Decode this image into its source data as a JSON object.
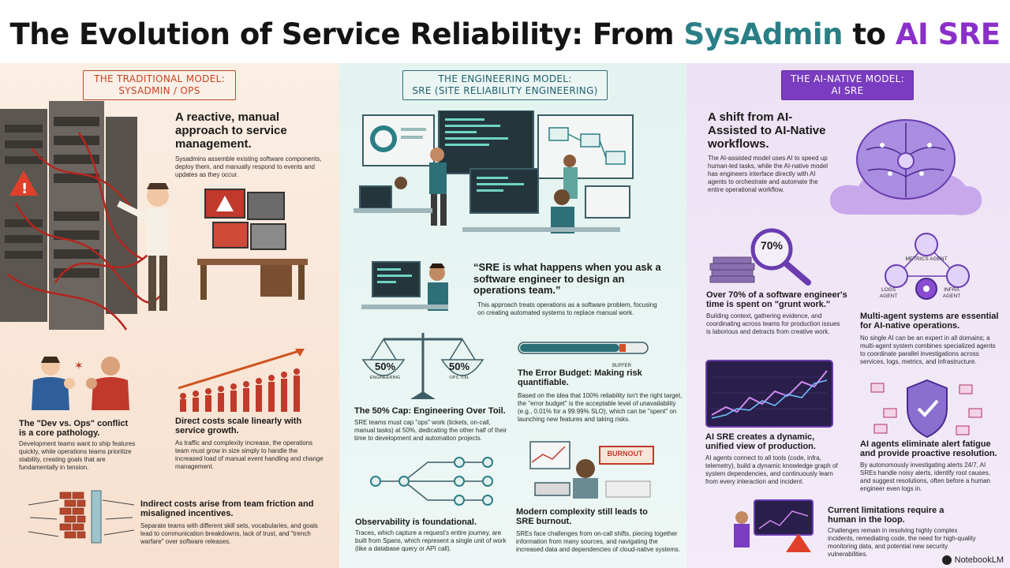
{
  "title": {
    "part1": "The Evolution of Service Reliability: From ",
    "part2": "SysAdmin",
    "part3": " to ",
    "part4": "AI SRE"
  },
  "colors": {
    "sysadmin_accent": "#2a7f86",
    "ai_accent": "#8b2fc9",
    "traditional": "#c8421f",
    "engineering": "#1f5f6c",
    "ai_native": "#7a3cc0"
  },
  "traditional": {
    "badge_line1": "THE TRADITIONAL MODEL:",
    "badge_line2": "SYSADMIN / OPS",
    "reactive_title": "A reactive, manual approach to service management.",
    "reactive_body": "Sysadmins assemble existing software components, deploy them, and manually respond to events and updates as they occur.",
    "dev_ops_title": "The \"Dev vs. Ops\" conflict is a core pathology.",
    "dev_ops_body": "Development teams want to ship features quickly, while operations teams prioritize stability, creating goals that are fundamentally in tension.",
    "direct_title": "Direct costs scale linearly with service growth.",
    "direct_body": "As traffic and complexity increase, the operations team must grow in size simply to handle the increased load of manual event handling and change management.",
    "indirect_title": "Indirect costs arise from team friction and misaligned incentives.",
    "indirect_body": "Separate teams with different skill sets, vocabularies, and goals lead to communication breakdowns, lack of trust, and \"trench warfare\" over software releases."
  },
  "engineering": {
    "badge_line1": "THE ENGINEERING MODEL:",
    "badge_line2": "SRE (SITE RELIABILITY ENGINEERING)",
    "quote_title": "“SRE is what happens when you ask a software engineer to design an operations team.”",
    "quote_body": "This approach treats operations as a software problem, focusing on creating automated systems to replace manual work.",
    "scale_left": "50%",
    "scale_left_label": "ENGINEERING",
    "scale_right": "50%",
    "scale_right_label": "OPS TOIL",
    "buffer_label": "BUFFER",
    "cap_title": "The 50% Cap: Engineering Over Toil.",
    "cap_body": "SRE teams must cap \"ops\" work (tickets, on-call, manual tasks) at 50%, dedicating the other half of their time to development and automation projects.",
    "budget_title": "The Error Budget: Making risk quantifiable.",
    "budget_body": "Based on the idea that 100% reliability isn't the right target, the \"error budget\" is the acceptable level of unavailability (e.g., 0.01% for a 99.99% SLO), which can be \"spent\" on launching new features and taking risks.",
    "obs_title": "Observability is foundational.",
    "obs_body": "Traces, which capture a request's entire journey, are built from Spans, which represent a single unit of work (like a database query or API call).",
    "burnout_sign": "BURNOUT",
    "burnout_title": "Modern complexity still leads to SRE burnout.",
    "burnout_body": "SREs face challenges from on-call shifts, piecing together information from many sources, and navigating the increased data and dependencies of cloud-native systems."
  },
  "ai_native": {
    "badge_line1": "THE AI-NATIVE MODEL:",
    "badge_line2": "AI SRE",
    "shift_title": "A shift from AI-Assisted to AI-Native workflows.",
    "shift_body": "The AI-assisted model uses AI to speed up human-led tasks, while the AI-native model has engineers interface directly with AI agents to orchestrate and automate the entire operational workflow.",
    "grunt_stat": "70%",
    "grunt_title": "Over 70% of a software engineer's time is spent on \"grunt work.\"",
    "grunt_body": "Building context, gathering evidence, and coordinating across teams for production issues is laborious and detracts from creative work.",
    "agent_metrics": "METRICS AGENT",
    "agent_logs": "LOGS AGENT",
    "agent_infra": "INFRA AGENT",
    "multi_title": "Multi-agent systems are essential for AI-native operations.",
    "multi_body": "No single AI can be an expert in all domains; a multi-agent system combines specialized agents to coordinate parallel investigations across services, logs, metrics, and infrastructure.",
    "unified_title": "AI SRE creates a dynamic, unified view of production.",
    "unified_body": "AI agents connect to all tools (code, infra, telemetry), build a dynamic knowledge graph of system dependencies, and continuously learn from every interaction and incident.",
    "alert_title": "AI agents eliminate alert fatigue and provide proactive resolution.",
    "alert_body": "By autonomously investigating alerts 24/7, AI SREs handle noisy alerts, identify root causes, and suggest resolutions, often before a human engineer even logs in.",
    "limits_title": "Current limitations require a human in the loop.",
    "limits_body": "Challenges remain in resolving highly complex incidents, remediating code, the need for high-quality monitoring data, and potential new security vulnerabilities."
  },
  "footer": {
    "brand": "NotebookLM"
  }
}
